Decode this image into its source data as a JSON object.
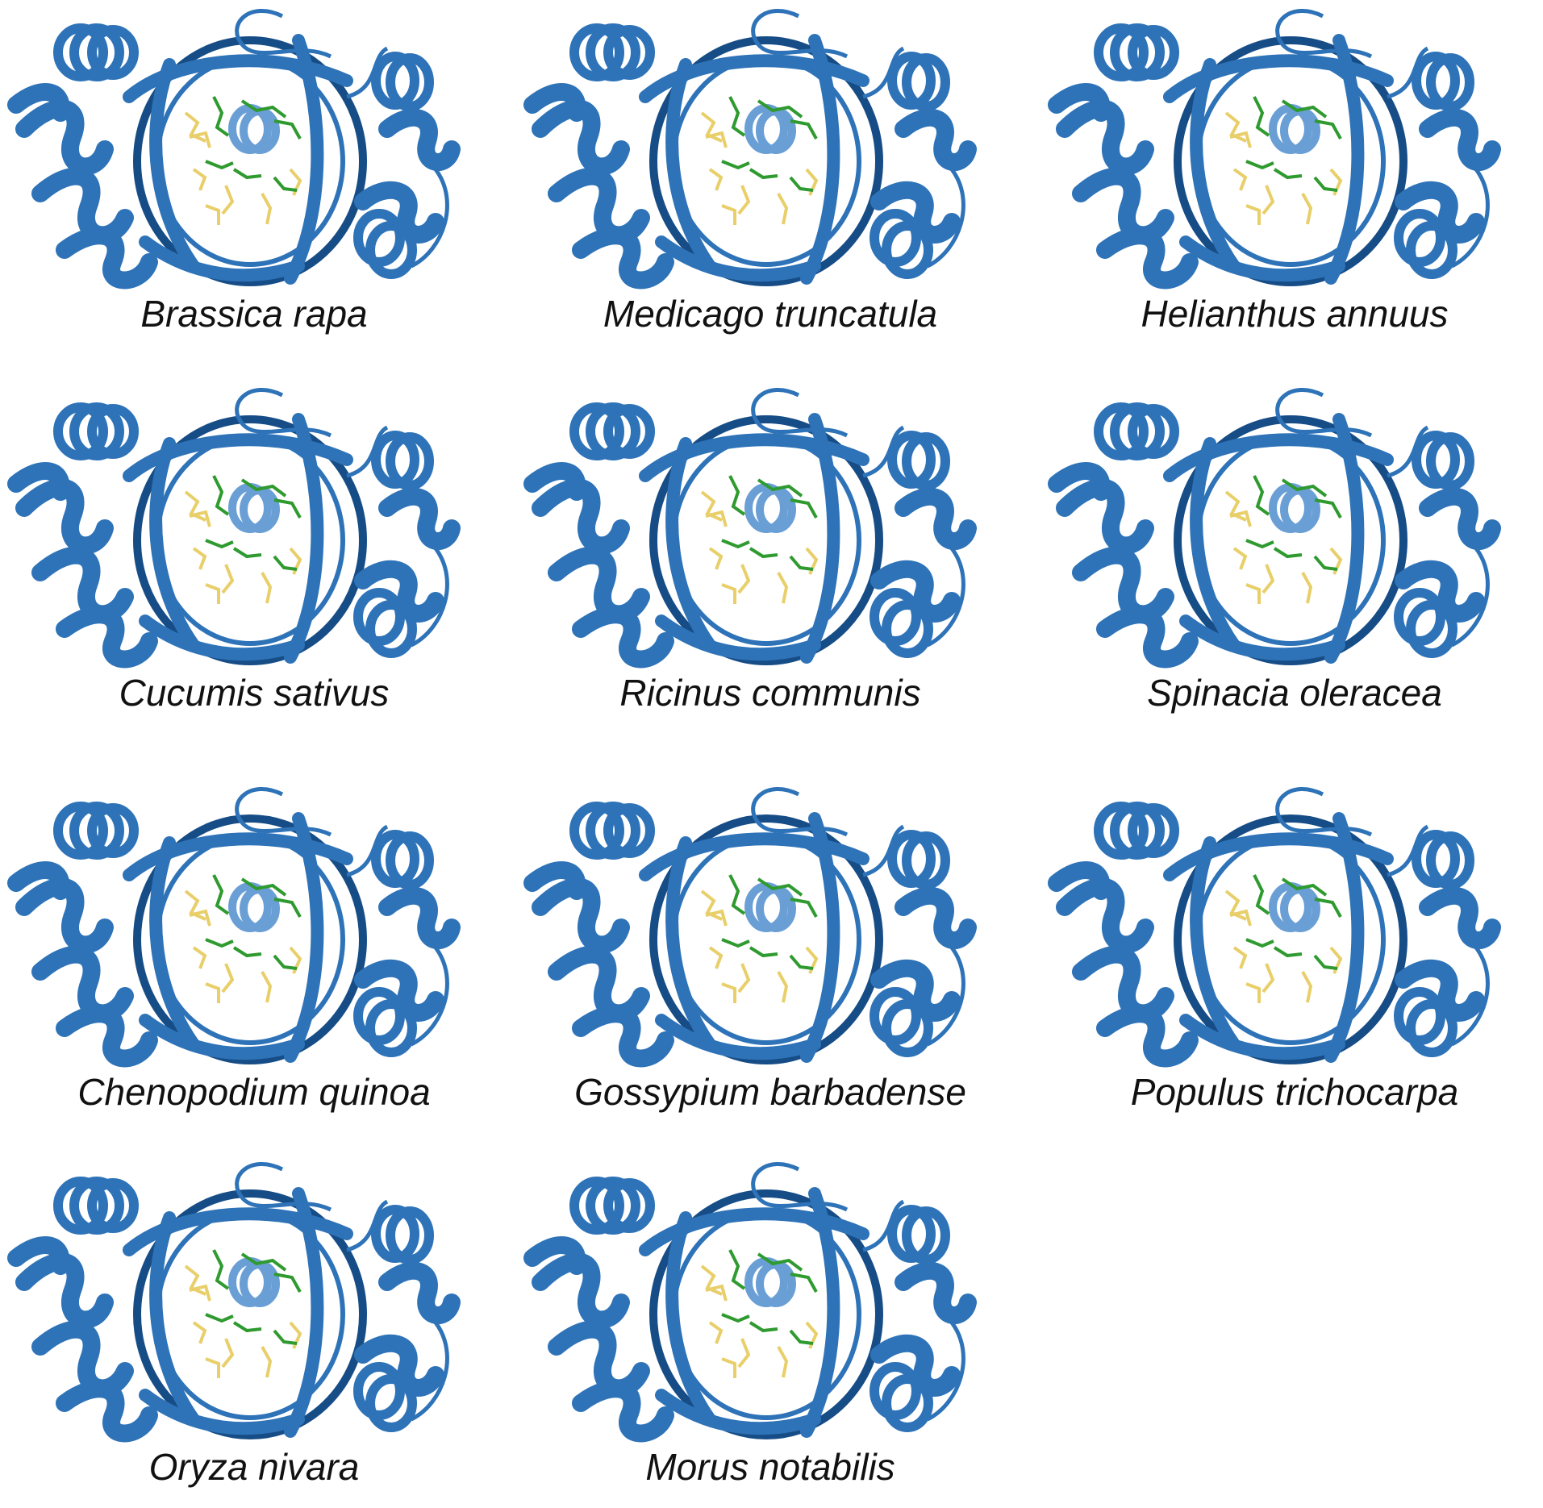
{
  "figure": {
    "colors": {
      "ribbon": "#2e73b8",
      "ribbon_dark": "#174d86",
      "ribbon_light": "#6a9fd6",
      "ligand_green": "#2f9a2f",
      "ligand_yellow": "#e8cf6a",
      "label_text": "#111111"
    },
    "panels": [
      {
        "species": "Brassica rapa"
      },
      {
        "species": "Medicago truncatula"
      },
      {
        "species": "Helianthus annuus"
      },
      {
        "species": "Cucumis sativus"
      },
      {
        "species": "Ricinus communis"
      },
      {
        "species": "Spinacia oleracea"
      },
      {
        "species": "Chenopodium quinoa"
      },
      {
        "species": "Gossypium barbadense"
      },
      {
        "species": "Populus trichocarpa"
      },
      {
        "species": "Oryza nivara"
      },
      {
        "species": "Morus notabilis"
      }
    ]
  }
}
